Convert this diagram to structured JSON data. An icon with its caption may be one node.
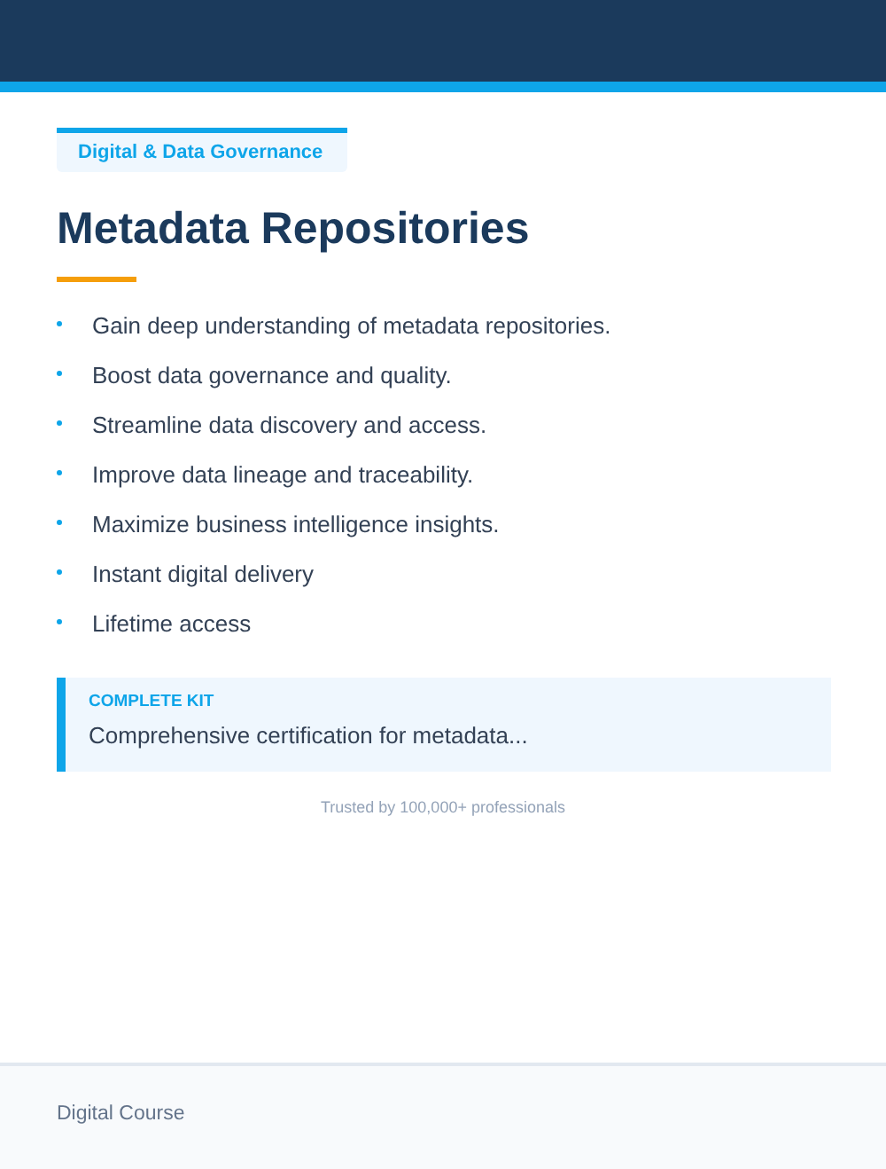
{
  "diagram": {
    "title": "Metadata Repositories",
    "nodes": [
      {
        "text": [
          "Digital & Data Governance"
        ]
      },
      {
        "text": [
          "COMPLETE KIT",
          "Comprehensive certification for metadata..."
        ]
      }
    ],
    "labels": [
      "Gain deep understanding of metadata repositories.",
      "Boost data governance and quality.",
      "Streamline data discovery and access.",
      "Improve data lineage and traceability.",
      "Maximize business intelligence insights.",
      "Instant digital delivery",
      "Lifetime access",
      "Trusted by 100,000+ professionals",
      "Digital Course"
    ]
  }
}
